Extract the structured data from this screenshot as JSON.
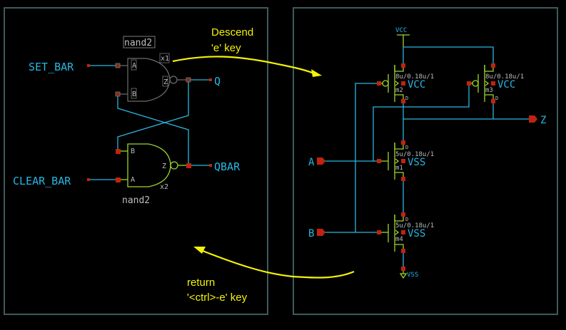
{
  "left_panel": {
    "title": "Gate-level schematic (SR latch)",
    "ports": {
      "set_bar": "SET_BAR",
      "clear_bar": "CLEAR_BAR",
      "q": "Q",
      "qbar": "QBAR"
    },
    "gate_top": {
      "cell": "nand2",
      "instance": "x1",
      "pins": {
        "a": "A",
        "b": "B",
        "z": "Z"
      },
      "state": "selected"
    },
    "gate_bottom": {
      "cell": "nand2",
      "instance": "x2",
      "pins": {
        "a": "A",
        "b": "B",
        "z": "Z"
      }
    }
  },
  "right_panel": {
    "title": "Transistor-level schematic (nand2)",
    "supply": {
      "vcc": "VCC",
      "vss": "VSS"
    },
    "ports": {
      "a": "A",
      "b": "B",
      "z": "Z"
    },
    "transistors": [
      {
        "name": "m2",
        "size": "8u/0.18u/1",
        "bulk": "VCC",
        "terminal": "D"
      },
      {
        "name": "m3",
        "size": "8u/0.18u/1",
        "bulk": "VCC",
        "terminal": "D"
      },
      {
        "name": "m1",
        "size": "5u/0.18u/1",
        "bulk": "VSS",
        "terminal": "D"
      },
      {
        "name": "m4",
        "size": "5u/0.18u/1",
        "bulk": "VSS",
        "terminal": "D"
      }
    ]
  },
  "annotations": {
    "descend": {
      "line1": "Descend",
      "line2": "'e' key"
    },
    "return": {
      "line1": "return",
      "line2": "'<ctrl>-e' key"
    }
  },
  "colors": {
    "background": "#000000",
    "frame": "#3f5a5a",
    "wire": "#29b6e0",
    "symbol": "#9cd62a",
    "pin": "#c0230e",
    "annotation": "#f2f20a",
    "text": "#bdbdbd"
  }
}
